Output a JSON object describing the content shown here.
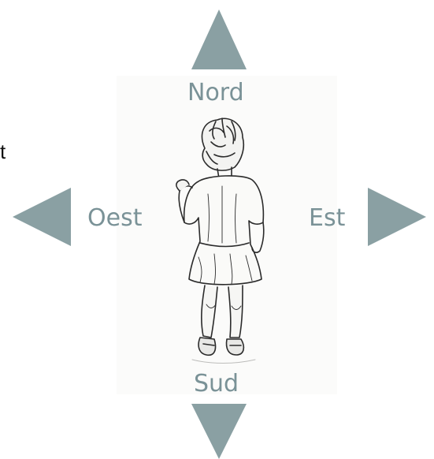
{
  "stray_text": "t.",
  "colors": {
    "arrow_fill": "#8aa0a3",
    "label_text": "#7a9297"
  },
  "navigation": {
    "north": {
      "label": "Nord",
      "icon": "arrow-up-icon"
    },
    "south": {
      "label": "Sud",
      "icon": "arrow-down-icon"
    },
    "west": {
      "label": "Oest",
      "icon": "arrow-left-icon"
    },
    "east": {
      "label": "Est",
      "icon": "arrow-right-icon"
    }
  },
  "picture": {
    "subject": "child-seen-from-behind-illustration"
  }
}
